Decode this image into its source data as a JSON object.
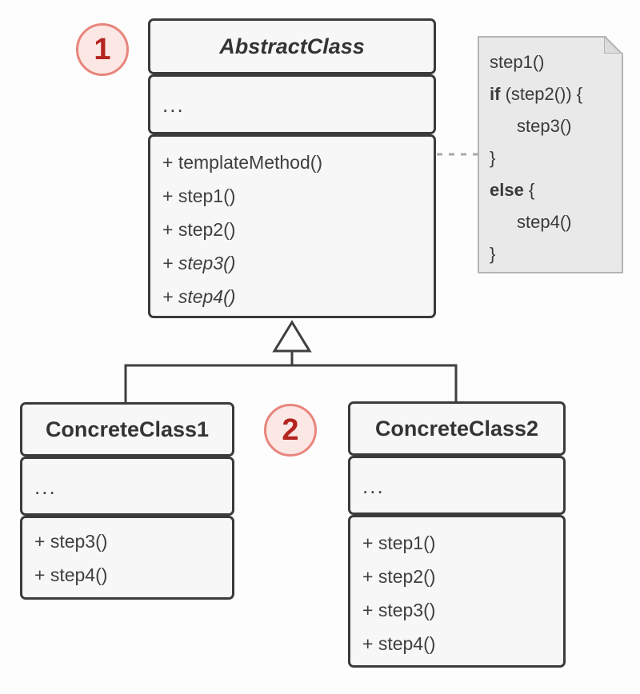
{
  "colors": {
    "page_bg": "#fdfdfd",
    "box_fill": "#f7f7f7",
    "box_border": "#3b3b3b",
    "text": "#3f3f3f",
    "note_fill": "#e9e9e9",
    "note_border": "#b4b4b4",
    "note_fold": "#dcdcdc",
    "badge_fill": "#fbe7e4",
    "badge_border": "#e8857c",
    "badge_text": "#b4251f",
    "connector": "#3f3f3f",
    "dash": "#a9a9a9"
  },
  "badges": [
    {
      "label": "1"
    },
    {
      "label": "2"
    }
  ],
  "abstract_class": {
    "title": "AbstractClass",
    "attributes_placeholder": "...",
    "methods": [
      {
        "text": "+ templateMethod()",
        "italic": false
      },
      {
        "text": "+ step1()",
        "italic": false
      },
      {
        "text": "+ step2()",
        "italic": false
      },
      {
        "text": "+ step3()",
        "italic": true
      },
      {
        "text": "+ step4()",
        "italic": true
      }
    ]
  },
  "concrete_class_1": {
    "title": "ConcreteClass1",
    "attributes_placeholder": "...",
    "methods": [
      {
        "text": "+ step3()",
        "italic": false
      },
      {
        "text": "+ step4()",
        "italic": false
      }
    ]
  },
  "concrete_class_2": {
    "title": "ConcreteClass2",
    "attributes_placeholder": "...",
    "methods": [
      {
        "text": "+ step1()",
        "italic": false
      },
      {
        "text": "+ step2()",
        "italic": false
      },
      {
        "text": "+ step3()",
        "italic": false
      },
      {
        "text": "+ step4()",
        "italic": false
      }
    ]
  },
  "note": {
    "lines": [
      {
        "indent": 0,
        "segments": [
          {
            "text": "step1()",
            "bold": false
          }
        ]
      },
      {
        "indent": 0,
        "segments": [
          {
            "text": "if",
            "bold": true
          },
          {
            "text": " (step2()) {",
            "bold": false
          }
        ]
      },
      {
        "indent": 1,
        "segments": [
          {
            "text": "step3()",
            "bold": false
          }
        ]
      },
      {
        "indent": 0,
        "segments": [
          {
            "text": "}",
            "bold": false
          }
        ]
      },
      {
        "indent": 0,
        "segments": [
          {
            "text": "else",
            "bold": true
          },
          {
            "text": " {",
            "bold": false
          }
        ]
      },
      {
        "indent": 1,
        "segments": [
          {
            "text": "step4()",
            "bold": false
          }
        ]
      },
      {
        "indent": 0,
        "segments": [
          {
            "text": "}",
            "bold": false
          }
        ]
      }
    ]
  }
}
